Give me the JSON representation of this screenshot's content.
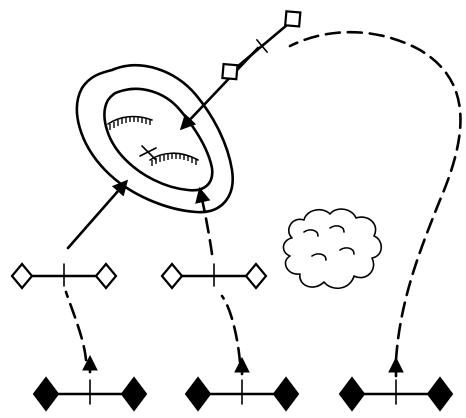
{
  "diagram": {
    "type": "line-drawing",
    "palette": {
      "ink": "#000000",
      "paper": "#ffffff"
    },
    "symbols": [
      {
        "id": "target-zone",
        "icon": "contour-with-hatched-ridges"
      },
      {
        "id": "cloud",
        "icon": "cloud-outline"
      },
      {
        "id": "unit-hollow-top",
        "icon": "hollow-diamond-unit"
      },
      {
        "id": "unit-hollow-left",
        "icon": "hollow-diamond-unit"
      },
      {
        "id": "unit-hollow-center",
        "icon": "hollow-diamond-unit"
      },
      {
        "id": "unit-solid-left",
        "icon": "solid-diamond-unit"
      },
      {
        "id": "unit-solid-center",
        "icon": "solid-diamond-unit"
      },
      {
        "id": "unit-solid-right",
        "icon": "solid-diamond-unit"
      }
    ]
  }
}
